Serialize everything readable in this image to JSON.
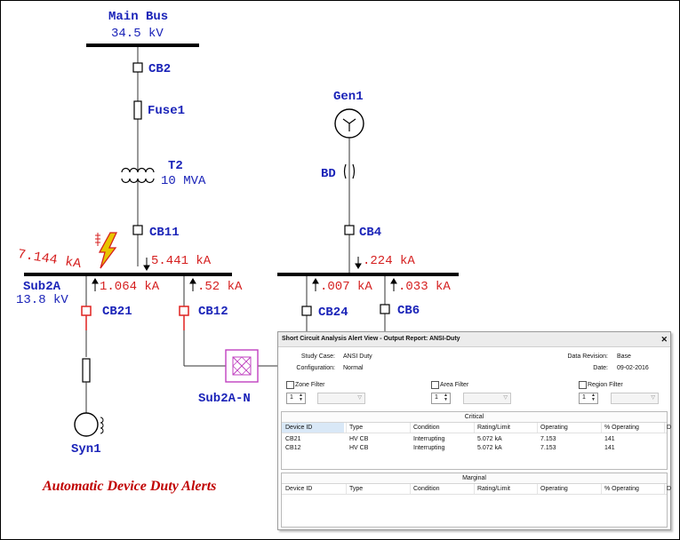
{
  "diagram": {
    "main_bus": {
      "name": "Main Bus",
      "voltage": "34.5 kV"
    },
    "cb2": "CB2",
    "fuse1": "Fuse1",
    "t2": {
      "name": "T2",
      "rating": "10 MVA"
    },
    "cb11": "CB11",
    "fault_current": "7.144 kA",
    "sub2a": {
      "name": "Sub2A",
      "voltage": "13.8 kV"
    },
    "flow_cb11": "5.441 kA",
    "flow_cb21": "1.064 kA",
    "flow_cb12": ".52 kA",
    "cb21": "CB21",
    "cb12": "CB12",
    "syn1": "Syn1",
    "sub2a_n": "Sub2A-N",
    "gen1": "Gen1",
    "bd": "BD",
    "cb4": "CB4",
    "flow_cb4": ".224 kA",
    "flow_cb24": ".007 kA",
    "flow_cb6": ".033 kA",
    "cb24": "CB24",
    "cb6": "CB6",
    "caption": "Automatic Device Duty Alerts"
  },
  "alert": {
    "title": "Short Circuit Analysis Alert View - Output Report: ANSI-Duty",
    "study_case_label": "Study Case:",
    "study_case": "ANSI Duty",
    "configuration_label": "Configuration:",
    "configuration": "Normal",
    "data_revision_label": "Data Revision:",
    "data_revision": "Base",
    "date_label": "Date:",
    "date": "09-02-2016",
    "filters": [
      {
        "label": "Zone Filter",
        "value": "1"
      },
      {
        "label": "Area Filter",
        "value": "1"
      },
      {
        "label": "Region Filter",
        "value": "1"
      }
    ],
    "critical_title": "Critical",
    "marginal_title": "Marginal",
    "columns": [
      "Device ID",
      "Type",
      "Condition",
      "Rating/Limit",
      "Operating",
      "% Operating",
      "D"
    ],
    "critical_rows": [
      [
        "CB21",
        "HV CB",
        "Interrupting",
        "5.072 kA",
        "7.153",
        "141"
      ],
      [
        "CB12",
        "HV CB",
        "Interrupting",
        "5.072 kA",
        "7.153",
        "141"
      ]
    ],
    "marginal_rows": []
  },
  "colors": {
    "label_blue": "#1a23b8",
    "value_red": "#d51f1f",
    "alert_red": "#e0201f",
    "grounding_magenta": "#c040c0"
  },
  "icons": [
    "fault-lightning-icon",
    "generator-icon",
    "synchronous-motor-icon",
    "grounding-transformer-icon",
    "close-icon",
    "checkbox-icon",
    "spinner-icon",
    "dropdown-icon"
  ]
}
